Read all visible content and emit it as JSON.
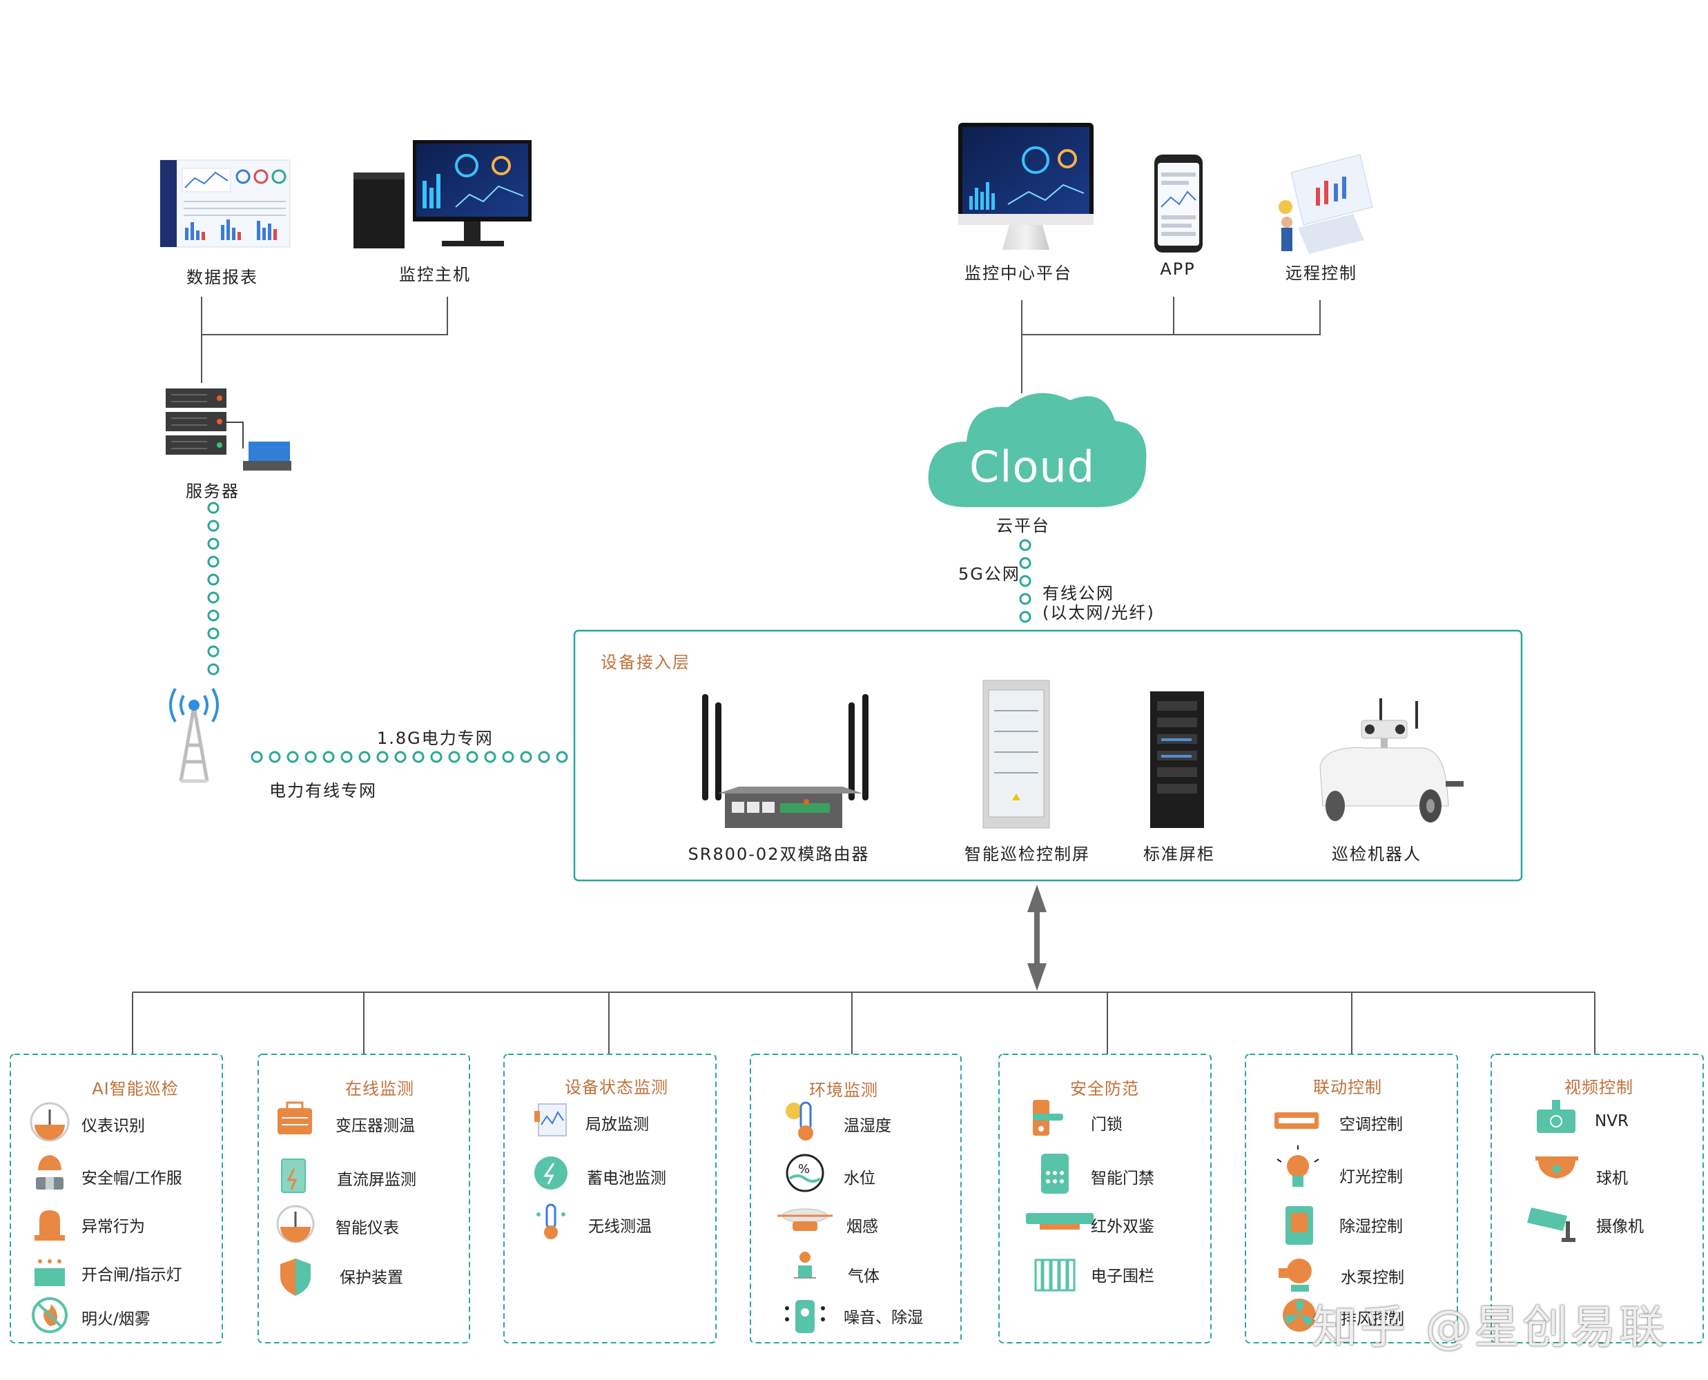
{
  "colors": {
    "teal": "#2aa79a",
    "cloud": "#57c3a8",
    "orange": "#e98843",
    "accent_text": "#c0713a",
    "line": "#444444"
  },
  "nodes": {
    "data_report": "数据报表",
    "monitor_host": "监控主机",
    "server": "服务器",
    "center_platform": "监控中心平台",
    "app": "APP",
    "remote_control": "远程控制",
    "cloud_word": "Cloud",
    "cloud_platform": "云平台"
  },
  "network": {
    "g5": "5G公网",
    "wired_public": "有线公网",
    "wired_public_sub": "(以太网/光纤)",
    "power_private": "1.8G电力专网",
    "power_wired": "电力有线专网"
  },
  "access_layer": {
    "title": "设备接入层",
    "devices": [
      "SR800-02双模路由器",
      "智能巡检控制屏",
      "标准屏柜",
      "巡检机器人"
    ]
  },
  "categories": [
    {
      "title": "AI智能巡检",
      "items": [
        "仪表识别",
        "安全帽/工作服",
        "异常行为",
        "开合闸/指示灯",
        "明火/烟雾"
      ]
    },
    {
      "title": "在线监测",
      "items": [
        "变压器测温",
        "直流屏监测",
        "智能仪表",
        "保护装置"
      ]
    },
    {
      "title": "设备状态监测",
      "items": [
        "局放监测",
        "蓄电池监测",
        "无线测温"
      ]
    },
    {
      "title": "环境监测",
      "items": [
        "温湿度",
        "水位",
        "烟感",
        "气体",
        "噪音、除湿"
      ]
    },
    {
      "title": "安全防范",
      "items": [
        "门锁",
        "智能门禁",
        "红外双鉴",
        "电子围栏"
      ]
    },
    {
      "title": "联动控制",
      "items": [
        "空调控制",
        "灯光控制",
        "除湿控制",
        "水泵控制",
        "排风控制"
      ]
    },
    {
      "title": "视频控制",
      "items": [
        "NVR",
        "球机",
        "摄像机"
      ]
    }
  ],
  "watermark": "知乎 @星创易联"
}
